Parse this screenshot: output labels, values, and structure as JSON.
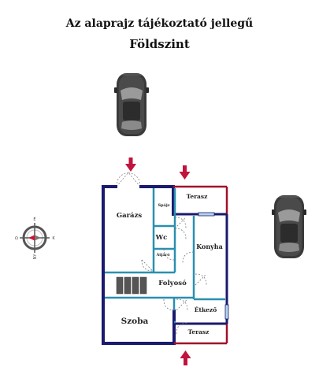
{
  "header": {
    "title": "Az alaprajz tájékoztató jellegű",
    "subtitle": "Földszint"
  },
  "rooms": {
    "garage": "Garázs",
    "pantry": "Spájz",
    "wc": "Wc",
    "passage": "Átjáró",
    "terrace_top": "Terasz",
    "kitchen": "Konyha",
    "corridor": "Folyosó",
    "room": "Szoba",
    "dining": "Étkező",
    "terrace_bottom": "Terasz"
  },
  "compass": {
    "n": "É",
    "e": "K",
    "s": "D",
    "w": "NY"
  },
  "icons": {
    "car": "car-icon",
    "arrow": "entrance-arrow-icon",
    "compass": "compass-icon",
    "stairs": "stairs-icon"
  },
  "colors": {
    "wall": "#1a1a6e",
    "inner_wall": "#2a8fb0",
    "terrace_edge": "#a0102a",
    "arrow": "#c0143c",
    "window": "#b8d4ec",
    "car_body": "#3a3a3a"
  }
}
